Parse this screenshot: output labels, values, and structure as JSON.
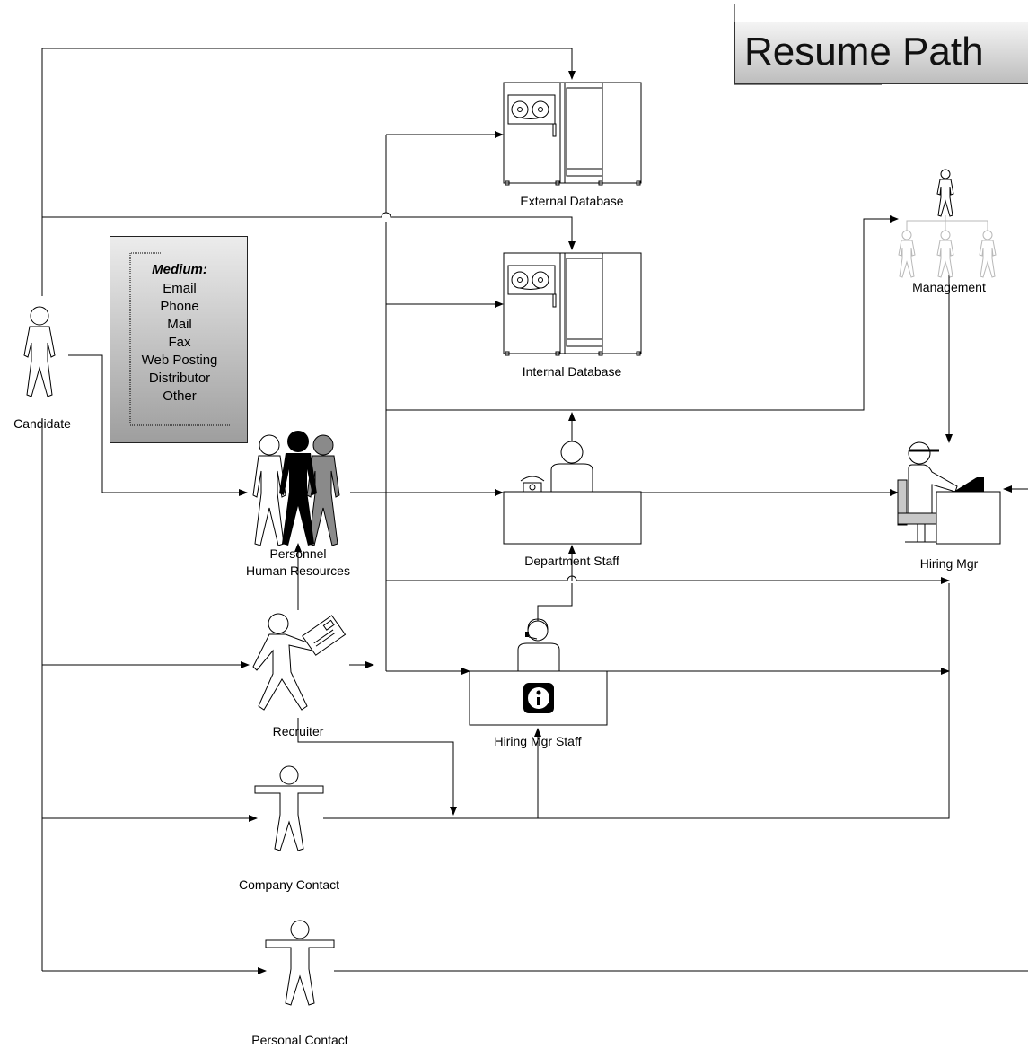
{
  "title": "Resume Path",
  "medium": {
    "heading": "Medium:",
    "items": [
      "Email",
      "Phone",
      "Mail",
      "Fax",
      "Web Posting",
      "Distributor",
      "Other"
    ]
  },
  "nodes": {
    "candidate": "Candidate",
    "personnel_line1": "Personnel",
    "personnel_line2": "Human Resources",
    "recruiter": "Recruiter",
    "company_contact": "Company Contact",
    "personal_contact": "Personal Contact",
    "external_db": "External Database",
    "internal_db": "Internal Database",
    "department_staff": "Department Staff",
    "hiring_mgr_staff": "Hiring Mgr Staff",
    "management": "Management",
    "hiring_mgr": "Hiring Mgr"
  }
}
